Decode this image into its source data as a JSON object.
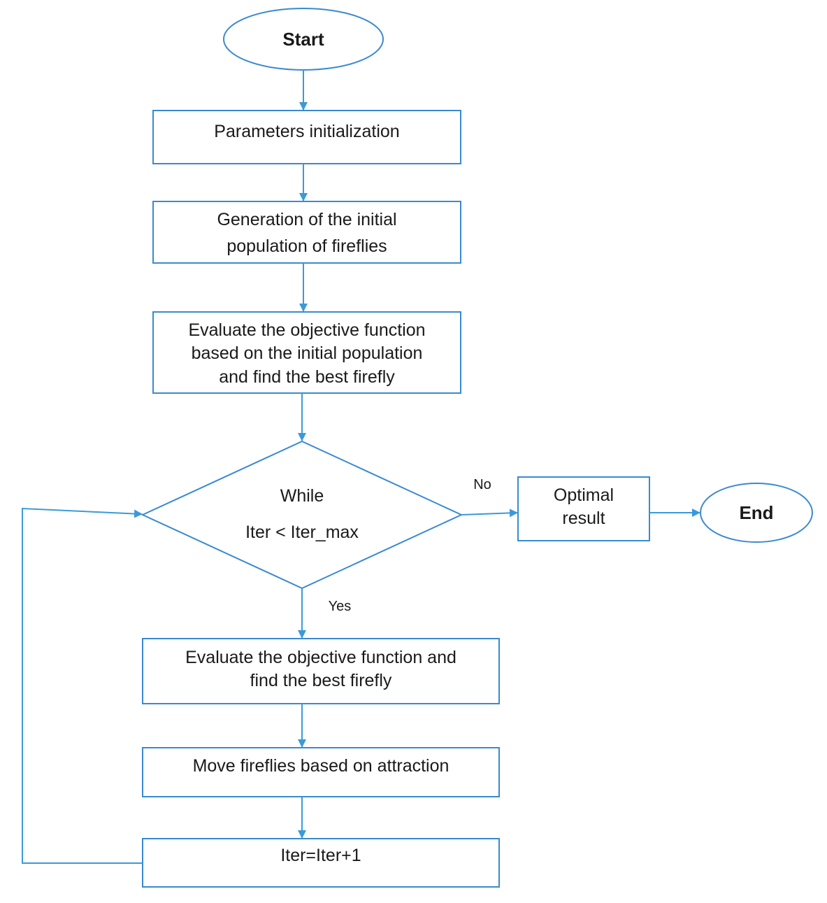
{
  "nodes": {
    "start": "Start",
    "params_init": "Parameters initialization",
    "gen_pop": [
      "Generation of the initial",
      "population of fireflies"
    ],
    "eval_initial": [
      "Evaluate the objective function",
      "based on the initial population",
      "and find the best firefly"
    ],
    "while_cond": [
      "While",
      "Iter < Iter_max"
    ],
    "optimal": [
      "Optimal",
      "result"
    ],
    "end": "End",
    "eval_loop": [
      "Evaluate the objective function and",
      "find the best firefly"
    ],
    "move": "Move fireflies based on attraction",
    "increment": "Iter=Iter+1"
  },
  "edges": {
    "no_label": "No",
    "yes_label": "Yes"
  }
}
